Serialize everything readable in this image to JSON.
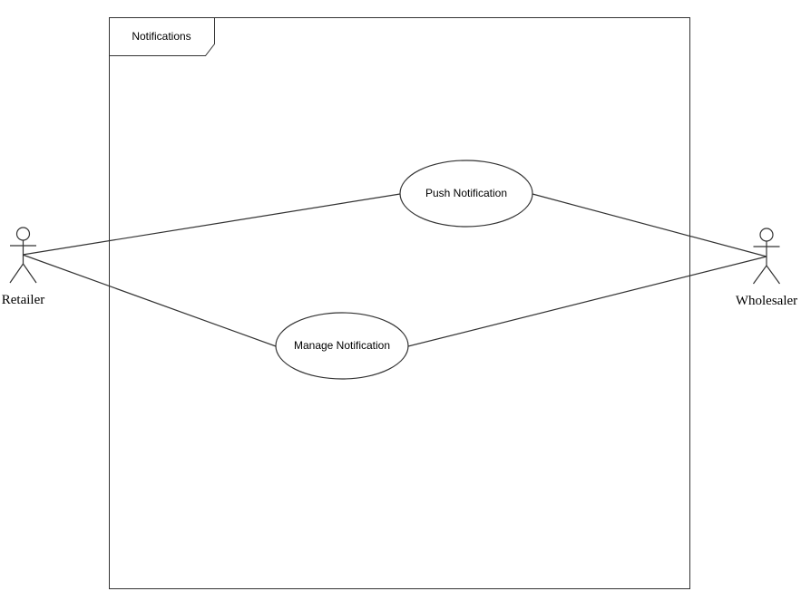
{
  "frame": {
    "label": "Notifications"
  },
  "actors": {
    "retailer": {
      "name": "Retailer"
    },
    "wholesaler": {
      "name": "Wholesaler"
    }
  },
  "use_cases": {
    "push": {
      "label": "Push Notification"
    },
    "manage": {
      "label": "Manage Notification"
    }
  },
  "colors": {
    "stroke": "#333333",
    "text": "#000000",
    "background": "#ffffff"
  }
}
